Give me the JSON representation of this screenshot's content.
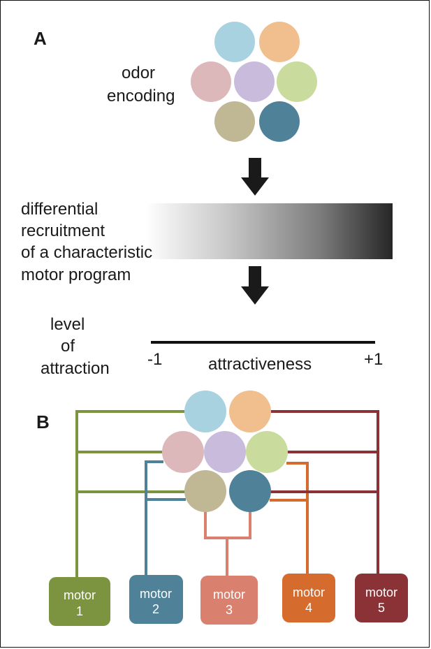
{
  "panel_a": {
    "letter": "A",
    "odor_label": [
      "odor",
      "encoding"
    ],
    "recruitment_label": [
      "differential",
      "recruitment",
      "of a characteristic",
      "motor program"
    ],
    "level_label": [
      "level",
      "of",
      "attraction"
    ],
    "scale": {
      "min_label": "-1",
      "center_label": "attractiveness",
      "max_label": "+1"
    }
  },
  "panel_b": {
    "letter": "B",
    "motors": [
      {
        "line1": "motor",
        "line2": "1",
        "color": "#7c9440"
      },
      {
        "line1": "motor",
        "line2": "2",
        "color": "#4f8199"
      },
      {
        "line1": "motor",
        "line2": "3",
        "color": "#d9806f"
      },
      {
        "line1": "motor",
        "line2": "4",
        "color": "#d56b2c"
      },
      {
        "line1": "motor",
        "line2": "5",
        "color": "#8b3236"
      }
    ]
  },
  "colors": {
    "glom_top_left": "#a9d2e0",
    "glom_top_right": "#f0bf8d",
    "glom_mid_left": "#ddb8bb",
    "glom_mid_center": "#c8bbdc",
    "glom_mid_right": "#c9dc9e",
    "glom_bot_left": "#c0b894",
    "glom_bot_right": "#4f8199",
    "green_line": "#7c9440",
    "blue_line": "#4f8199",
    "salmon_line": "#d9806f",
    "orange_line": "#d56b2c",
    "maroon_line": "#8b3236"
  }
}
